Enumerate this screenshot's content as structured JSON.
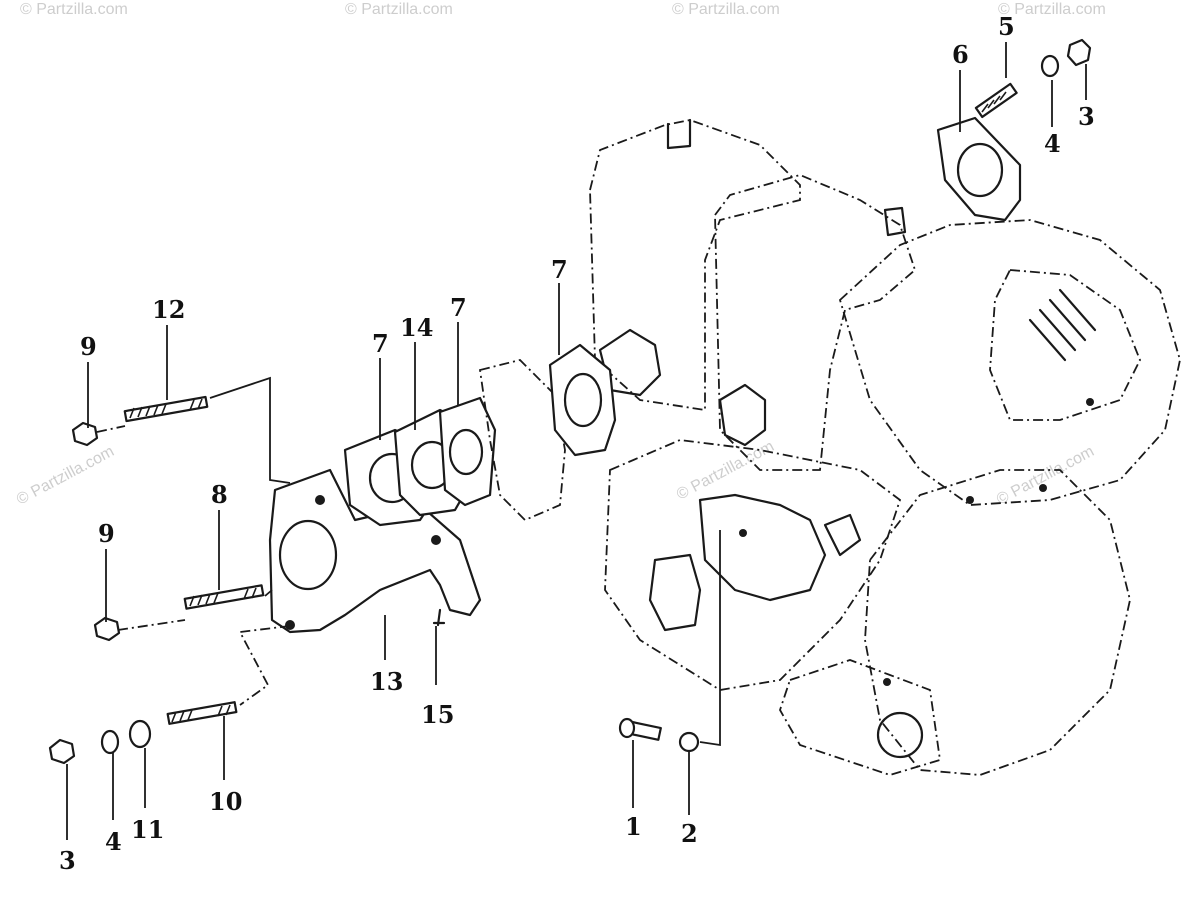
{
  "callouts": {
    "c1": "1",
    "c2": "2",
    "c3a": "3",
    "c3b": "3",
    "c4a": "4",
    "c4b": "4",
    "c5": "5",
    "c6": "6",
    "c7a": "7",
    "c7b": "7",
    "c7c": "7",
    "c8": "8",
    "c9a": "9",
    "c9b": "9",
    "c10": "10",
    "c11": "11",
    "c12": "12",
    "c13": "13",
    "c14": "14",
    "c15": "15"
  },
  "watermark": "© Partzilla.com",
  "colors": {
    "ink": "#1a1a1a",
    "watermark": "#bdbdbd",
    "background": "#ffffff"
  }
}
